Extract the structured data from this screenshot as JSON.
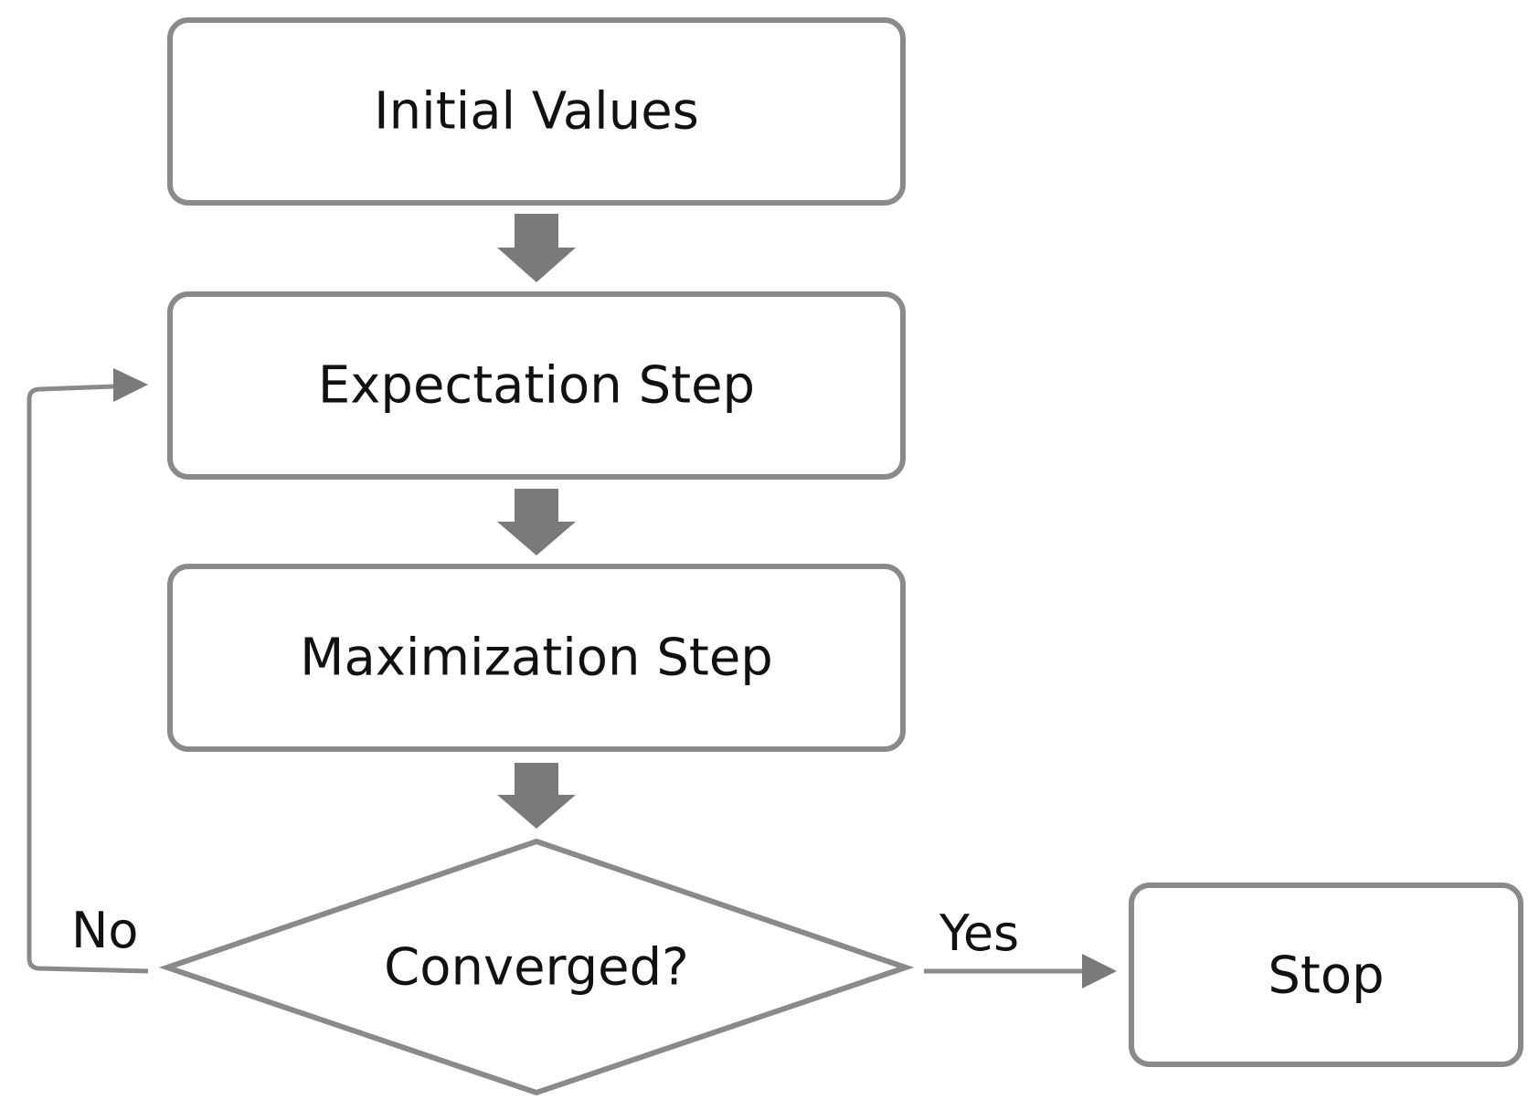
{
  "diagram": {
    "nodes": {
      "initial_values": "Initial Values",
      "expectation_step": "Expectation Step",
      "maximization_step": "Maximization Step",
      "converged": "Converged?",
      "stop": "Stop"
    },
    "edges": {
      "no_label": "No",
      "yes_label": "Yes"
    },
    "colors": {
      "stroke": "#8a8a8a",
      "fill": "#ffffff",
      "arrow": "#7a7a7a",
      "text": "#111111"
    }
  }
}
